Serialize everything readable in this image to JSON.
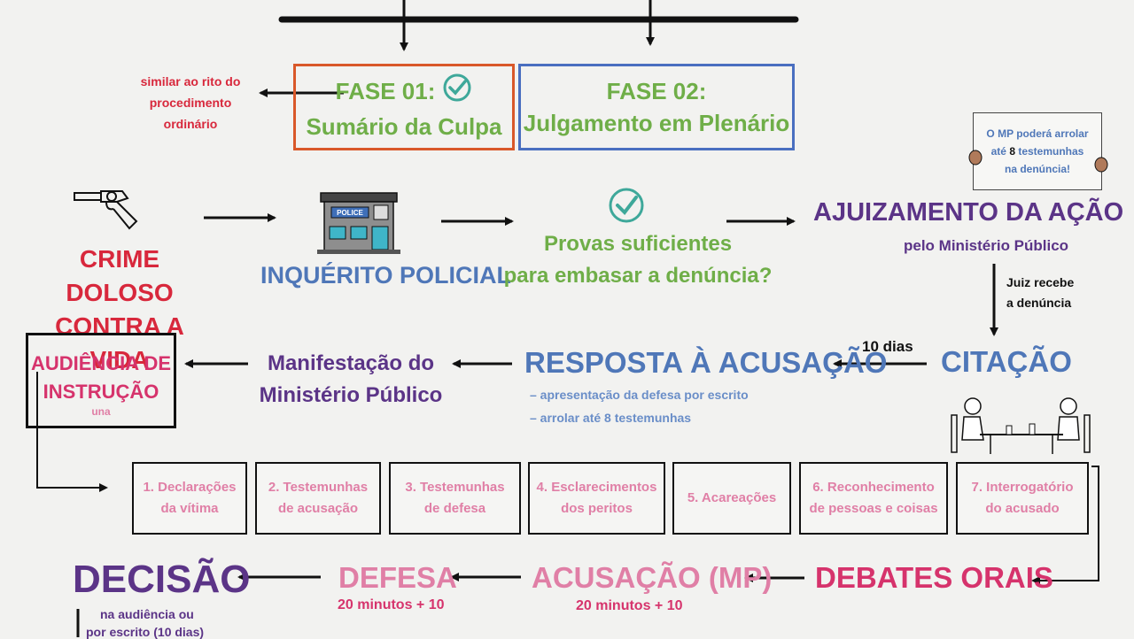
{
  "colors": {
    "red": "#d8283c",
    "green": "#6fae48",
    "blue": "#4f77b8",
    "purple": "#5b3487",
    "pink": "#e07fa6",
    "orange_border": "#d9582a",
    "blue_border": "#4a6fc0",
    "black": "#111111"
  },
  "fase01": {
    "line1": "FASE 01:",
    "line2": "Sumário da Culpa"
  },
  "fase02": {
    "line1": "FASE 02:",
    "line2": "Julgamento em Plenário"
  },
  "similar": {
    "line1": "similar ao rito do",
    "line2": "procedimento",
    "line3": "ordinário"
  },
  "note": {
    "line1": "O MP poderá arrolar",
    "line2a": "até ",
    "line2b": "8",
    "line2c": " testemunhas",
    "line3": "na denúncia!"
  },
  "crime": {
    "line1": "CRIME DOLOSO",
    "line2": "CONTRA A VIDA"
  },
  "police": {
    "sign": "POLICE",
    "label": "INQUÉRITO POLICIAL"
  },
  "provas": {
    "line1": "Provas suficientes",
    "line2": "para embasar a denúncia?"
  },
  "ajuizamento": {
    "title": "AJUIZAMENTO DA AÇÃO",
    "sub": "pelo Ministério Público"
  },
  "juiz": {
    "line1": "Juiz recebe",
    "line2": "a denúncia"
  },
  "citacao": {
    "title": "CITAÇÃO",
    "days": "10 dias"
  },
  "resposta": {
    "title": "RESPOSTA À ACUSAÇÃO",
    "item1": "– apresentação da defesa por escrito",
    "item2": "– arrolar até 8 testemunhas"
  },
  "manifestacao": {
    "line1": "Manifestação do",
    "line2": "Ministério Público"
  },
  "audiencia": {
    "line1": "AUDIÊNCIA DE",
    "line2": "INSTRUÇÃO",
    "sub": "una"
  },
  "steps": [
    {
      "line1": "1. Declarações",
      "line2": "da vítima"
    },
    {
      "line1": "2. Testemunhas",
      "line2": "de acusação"
    },
    {
      "line1": "3. Testemunhas",
      "line2": "de defesa"
    },
    {
      "line1": "4. Esclarecimentos",
      "line2": "dos peritos"
    },
    {
      "line1": "5. Acareações",
      "line2": ""
    },
    {
      "line1": "6. Reconhecimento",
      "line2": "de pessoas e coisas"
    },
    {
      "line1": "7. Interrogatório",
      "line2": "do acusado"
    }
  ],
  "debates": {
    "title": "DEBATES ORAIS"
  },
  "acusacao": {
    "title": "ACUSAÇÃO (MP)",
    "time": "20 minutos + 10"
  },
  "defesa": {
    "title": "DEFESA",
    "time": "20 minutos + 10"
  },
  "decisao": {
    "title": "DECISÃO",
    "line1": "na audiência ou",
    "line2": "por escrito (10 dias)"
  }
}
